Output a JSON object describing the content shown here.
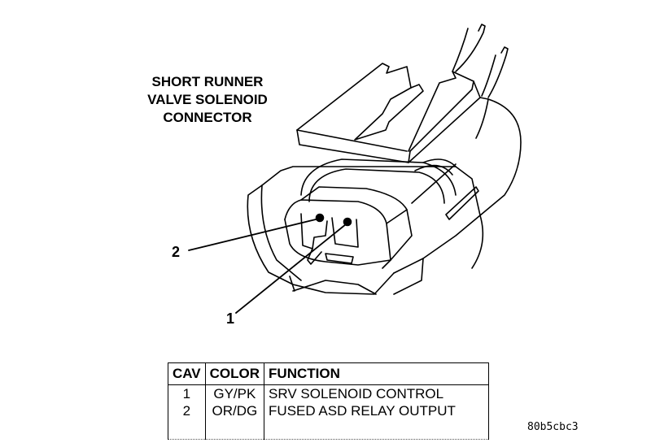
{
  "title": {
    "lines": [
      "SHORT RUNNER",
      "VALVE SOLENOID",
      "CONNECTOR"
    ]
  },
  "callouts": [
    {
      "label": "2",
      "target": "cavity-2"
    },
    {
      "label": "1",
      "target": "cavity-1"
    }
  ],
  "table": {
    "headers": [
      "CAV",
      "COLOR",
      "FUNCTION"
    ],
    "rows": [
      {
        "cav": "1",
        "color": "GY/PK",
        "function": "SRV SOLENOID CONTROL"
      },
      {
        "cav": "2",
        "color": "OR/DG",
        "function": "FUSED ASD RELAY OUTPUT"
      }
    ]
  },
  "reference_code": "80b5cbc3",
  "colors": {
    "line": "#000000",
    "background": "#ffffff"
  }
}
